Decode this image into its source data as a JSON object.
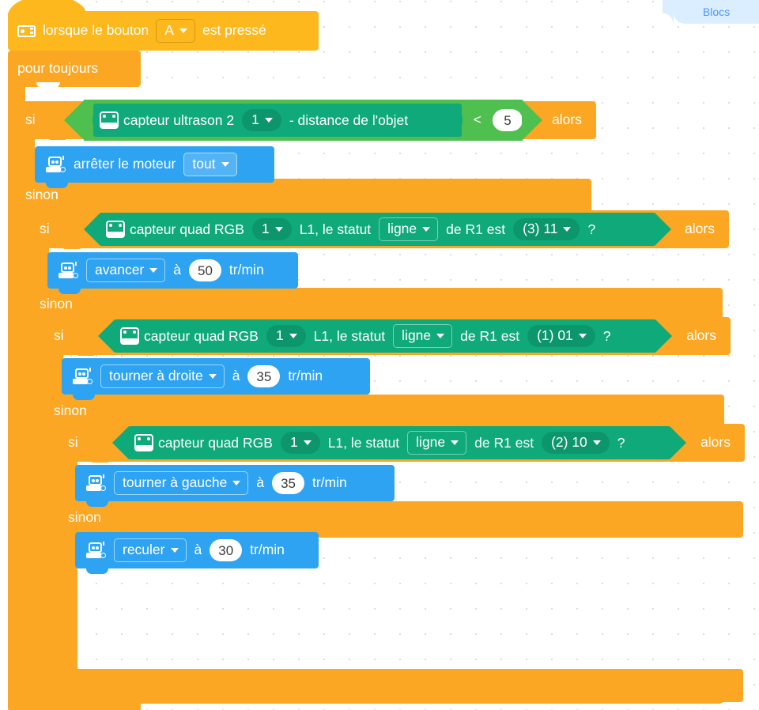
{
  "tab": {
    "label": "Blocs"
  },
  "hat": {
    "icon": "controller-board-icon",
    "pre_label": "lorsque le bouton",
    "button": "A",
    "post_label": "est pressé"
  },
  "forever": {
    "label": "pour toujours"
  },
  "keywords": {
    "if": "si",
    "then": "alors",
    "else": "sinon"
  },
  "blocks": {
    "if1": {
      "if": "si",
      "then": "alors",
      "else": "sinon",
      "sensor_icon": "robot-sensor-icon",
      "sensor_label": "capteur ultrason 2",
      "sensor_port": "1",
      "sensor_suffix": "- distance de l'objet",
      "operator": "<",
      "threshold": "5"
    },
    "stop_motor": {
      "icon": "motor-icon",
      "label": "arrêter le moteur",
      "target": "tout"
    },
    "if2": {
      "if": "si",
      "then": "alors",
      "else": "sinon",
      "sensor_icon": "robot-sensor-icon",
      "sensor_label": "capteur quad RGB",
      "sensor_port": "1",
      "mid_label": "L1, le statut",
      "mode": "ligne",
      "tail_label": "de R1 est",
      "status": "(3) 11",
      "question": "?"
    },
    "move1": {
      "icon": "motor-icon",
      "direction": "avancer",
      "at": "à",
      "speed": "50",
      "unit": "tr/min"
    },
    "if3": {
      "if": "si",
      "then": "alors",
      "else": "sinon",
      "sensor_icon": "robot-sensor-icon",
      "sensor_label": "capteur quad RGB",
      "sensor_port": "1",
      "mid_label": "L1, le statut",
      "mode": "ligne",
      "tail_label": "de R1 est",
      "status": "(1) 01",
      "question": "?"
    },
    "move2": {
      "icon": "motor-icon",
      "direction": "tourner à droite",
      "at": "à",
      "speed": "35",
      "unit": "tr/min"
    },
    "if4": {
      "if": "si",
      "then": "alors",
      "else": "sinon",
      "sensor_icon": "robot-sensor-icon",
      "sensor_label": "capteur quad RGB",
      "sensor_port": "1",
      "mid_label": "L1, le statut",
      "mode": "ligne",
      "tail_label": "de R1 est",
      "status": "(2) 10",
      "question": "?"
    },
    "move3": {
      "icon": "motor-icon",
      "direction": "tourner à gauche",
      "at": "à",
      "speed": "35",
      "unit": "tr/min"
    },
    "move4": {
      "icon": "motor-icon",
      "direction": "reculer",
      "at": "à",
      "speed": "30",
      "unit": "tr/min"
    }
  },
  "colors": {
    "event_orange": "#fcb81c",
    "control_orange": "#fca723",
    "motor_blue": "#2ea3f2",
    "sensor_green": "#0fa97a",
    "operator_green": "#4fbf4f",
    "tab_blue": "#4c97ff",
    "canvas": "#ffffff"
  }
}
